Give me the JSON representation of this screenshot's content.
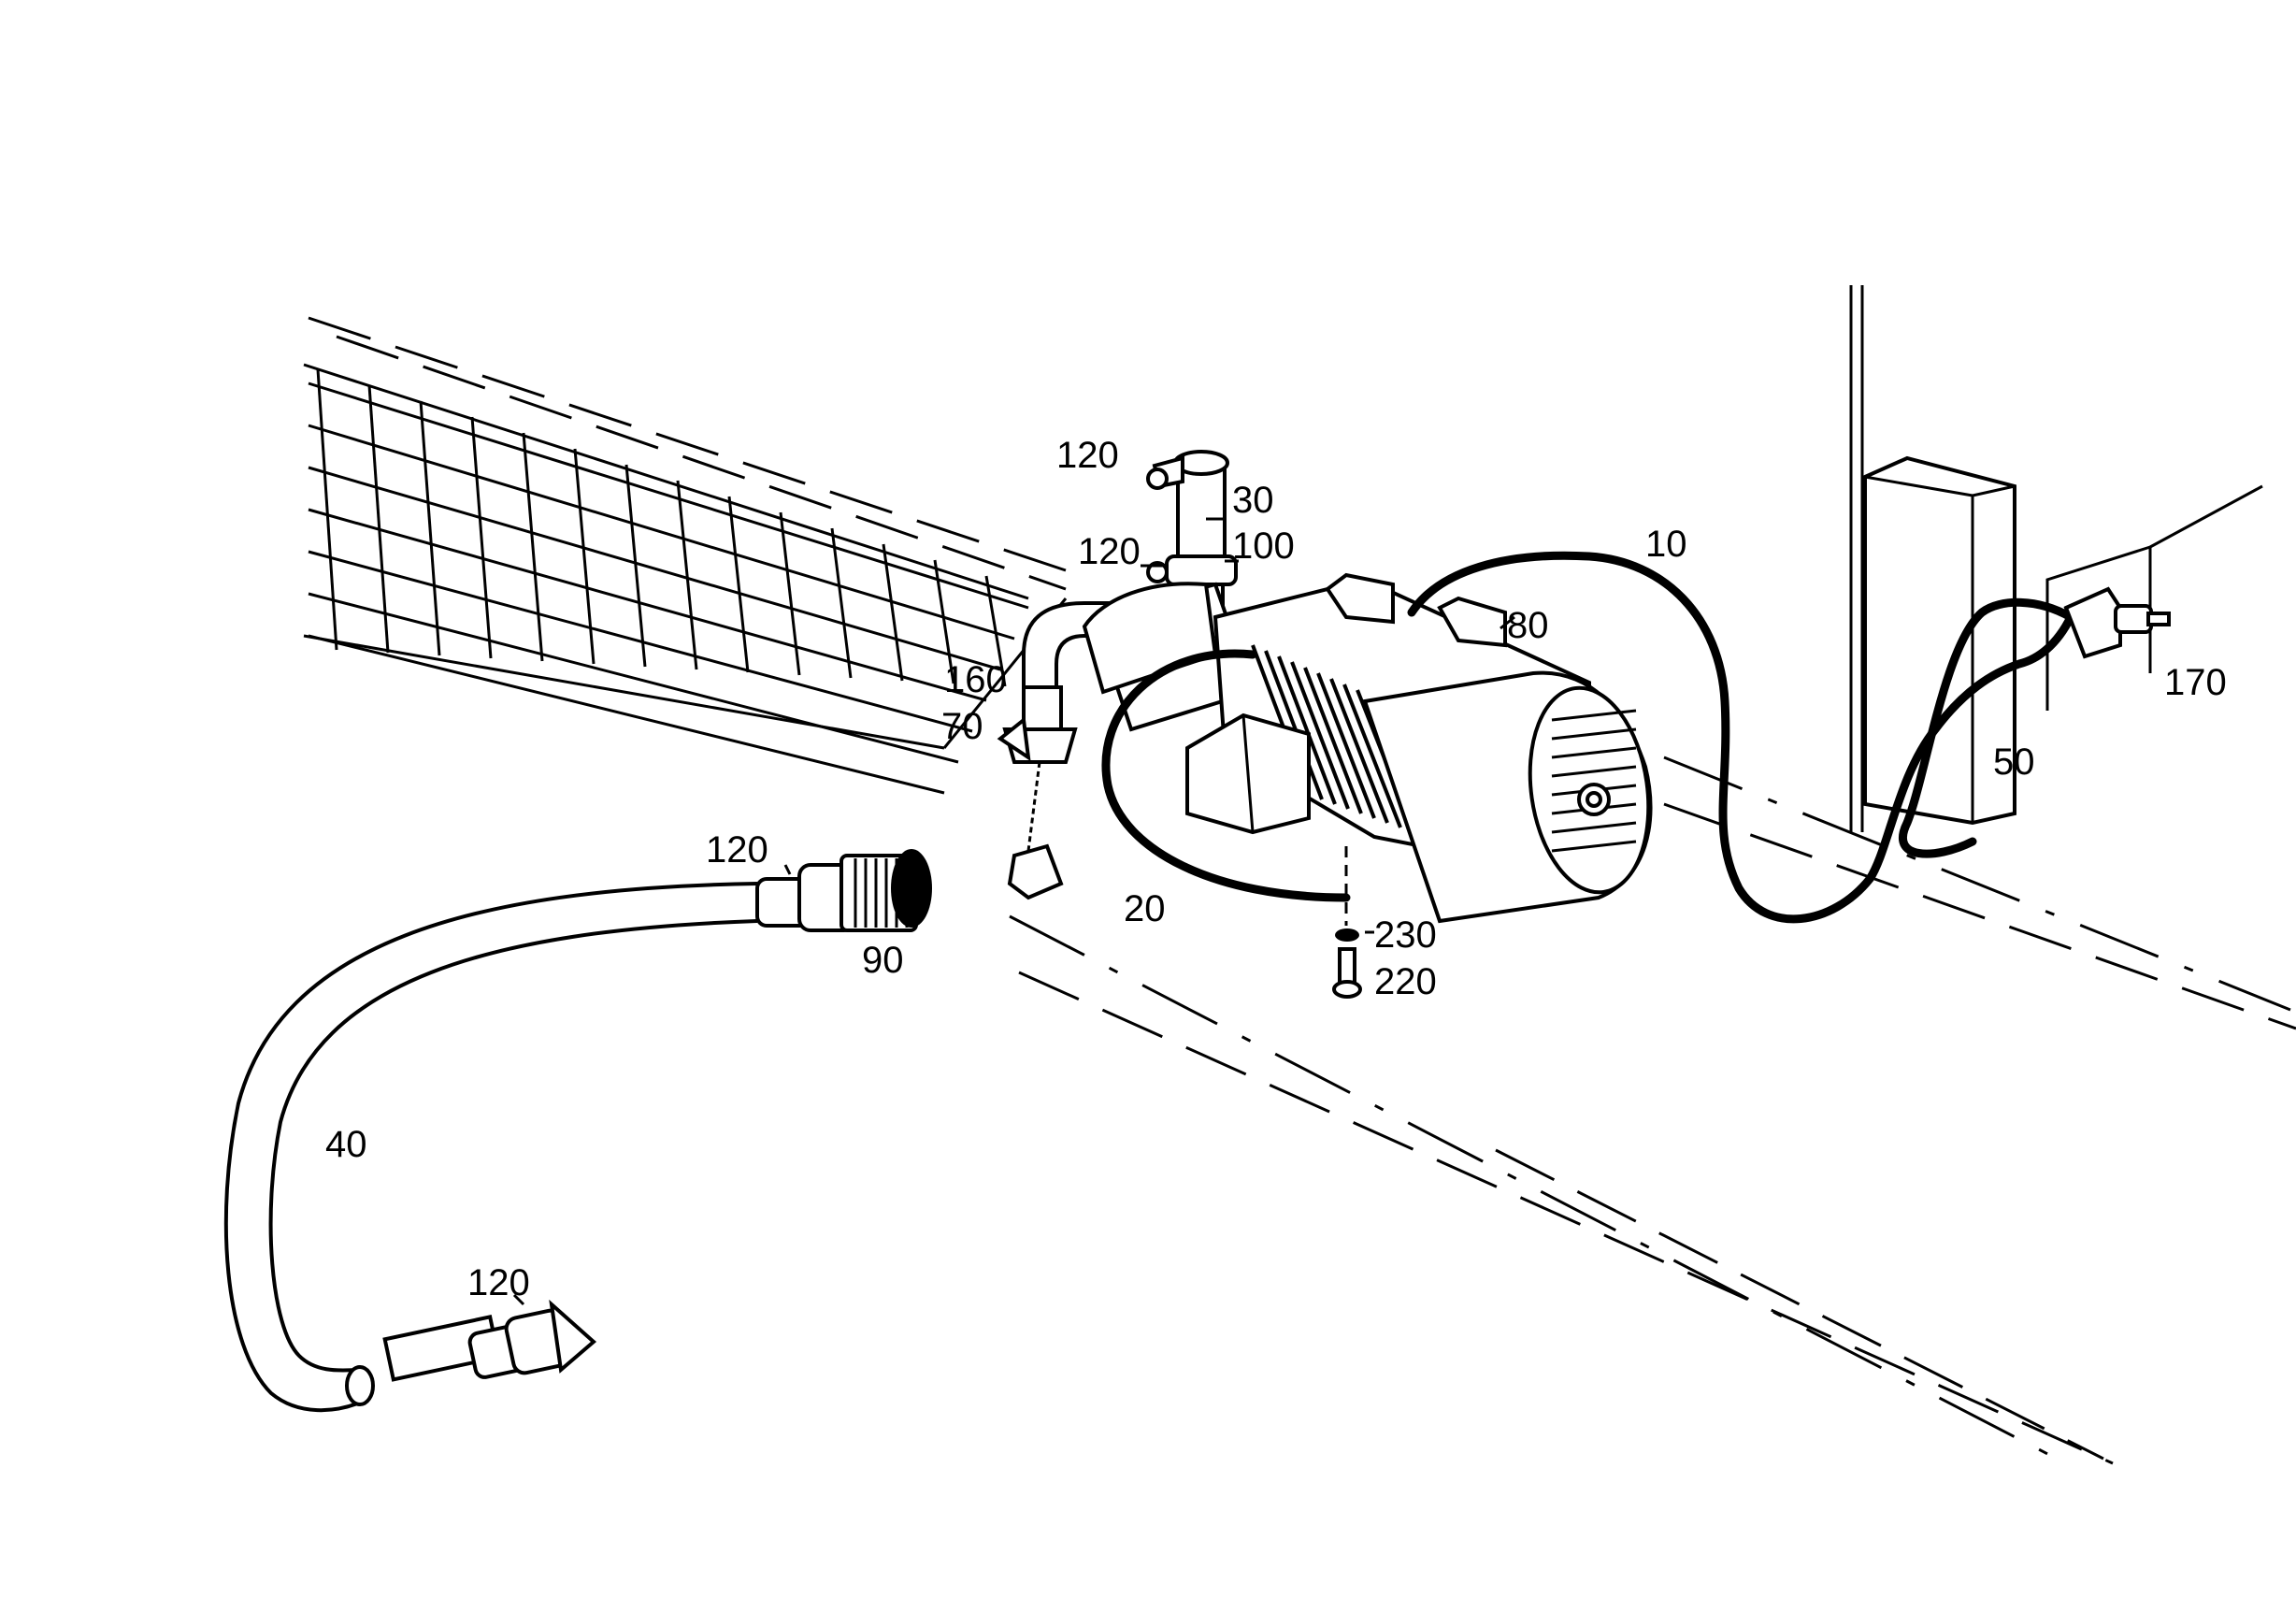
{
  "callouts": {
    "c10": "10",
    "c20": "20",
    "c30": "30",
    "c40": "40",
    "c50": "50",
    "c70": "70",
    "c80": "80",
    "c90": "90",
    "c100": "100",
    "c120a": "120",
    "c120b": "120",
    "c120c": "120",
    "c120d": "120",
    "c160": "160",
    "c170": "170",
    "c220": "220",
    "c230": "230"
  },
  "parts": [
    {
      "id": "10",
      "name": "power-cable"
    },
    {
      "id": "20",
      "name": "pressure-hose-loop"
    },
    {
      "id": "30",
      "name": "vertical-pipe"
    },
    {
      "id": "40",
      "name": "suction-hose"
    },
    {
      "id": "50",
      "name": "plug-cable"
    },
    {
      "id": "70",
      "name": "coupling-with-chain"
    },
    {
      "id": "80",
      "name": "motor-bracket"
    },
    {
      "id": "90",
      "name": "strainer"
    },
    {
      "id": "100",
      "name": "pipe-connector"
    },
    {
      "id": "120",
      "name": "hose-coupling"
    },
    {
      "id": "160",
      "name": "elbow-pipe"
    },
    {
      "id": "170",
      "name": "mains-plug"
    },
    {
      "id": "220",
      "name": "bolt"
    },
    {
      "id": "230",
      "name": "washer"
    }
  ]
}
